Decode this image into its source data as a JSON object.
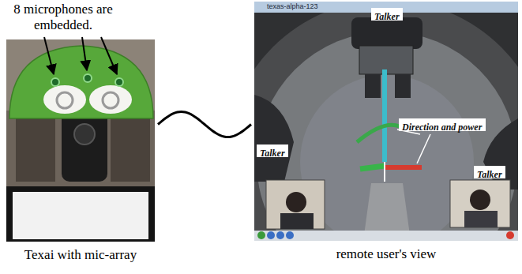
{
  "diagram": {
    "nodes": [
      {
        "text": [
          "Texai with mic-array"
        ]
      },
      {
        "text": [
          "texas-alpha-123",
          "remote user's view"
        ]
      },
      {
        "text": [
          "Talker"
        ],
        "in": 1
      },
      {
        "text": [
          "Direction and power"
        ],
        "in": 1
      },
      {
        "text": [
          "Talker"
        ],
        "in": 1
      },
      {
        "text": [
          "Talker"
        ],
        "in": 1
      }
    ],
    "edges": [
      {
        "from": 0,
        "to": 1,
        "arrow": "none"
      }
    ],
    "labels": [
      "8 microphones are embedded."
    ]
  }
}
